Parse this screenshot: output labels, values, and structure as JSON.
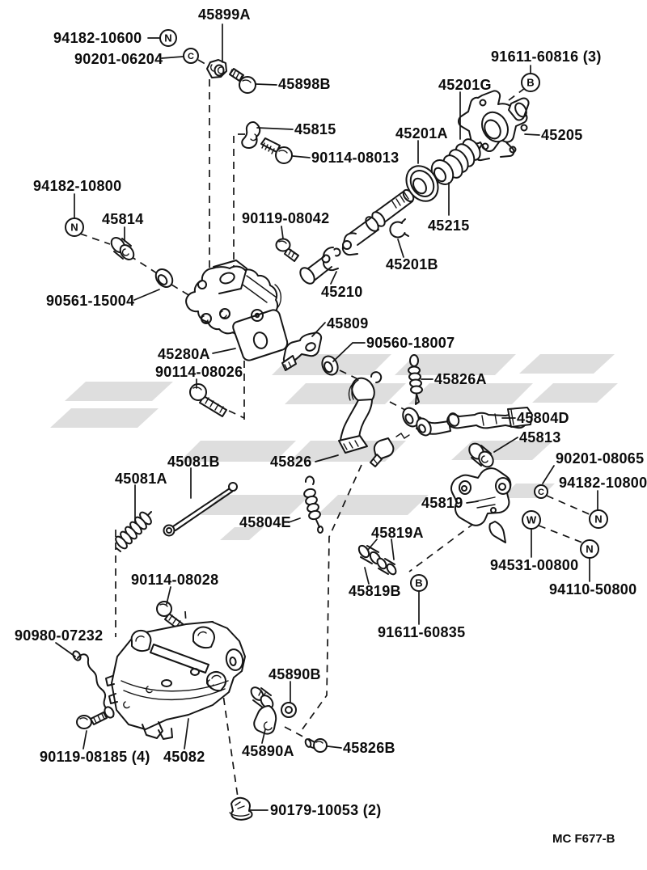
{
  "diagram": {
    "type": "exploded-parts-diagram",
    "footer_code": "MC F677-B",
    "line_color": "#151515",
    "watermark_color": "#c9c9c9",
    "markers": {
      "nut": "N",
      "clip": "C",
      "bolt": "B",
      "washer": "W"
    },
    "labels": {
      "p45899A": "45899A",
      "p94182_10600": "94182-10600",
      "p90201_06204": "90201-06204",
      "p45898B": "45898B",
      "p91611_60816": "91611-60816 (3)",
      "p45201G": "45201G",
      "p45205": "45205",
      "p45201A": "45201A",
      "p45215": "45215",
      "p90114_08013": "90114-08013",
      "p45815": "45815",
      "p90119_08042": "90119-08042",
      "p45201B": "45201B",
      "p45210": "45210",
      "p94182_10800_left": "94182-10800",
      "p45814": "45814",
      "p90561_15004": "90561-15004",
      "p45809": "45809",
      "p90560_18007": "90560-18007",
      "p45280A": "45280A",
      "p90114_08026": "90114-08026",
      "p45826A": "45826A",
      "p45804D": "45804D",
      "p45813": "45813",
      "p45826": "45826",
      "p90201_08065": "90201-08065",
      "p94182_10800_right": "94182-10800",
      "p45819": "45819",
      "p45081B": "45081B",
      "p45081A": "45081A",
      "p45804E": "45804E",
      "p45819A": "45819A",
      "p45819B": "45819B",
      "p94531_00800": "94531-00800",
      "p94110_50800": "94110-50800",
      "p91611_60835": "91611-60835",
      "p90114_08028": "90114-08028",
      "p90980_07232": "90980-07232",
      "p90119_08185": "90119-08185 (4)",
      "p45082": "45082",
      "p45890B": "45890B",
      "p45890A": "45890A",
      "p45826B": "45826B",
      "p90179_10053": "90179-10053 (2)"
    }
  }
}
